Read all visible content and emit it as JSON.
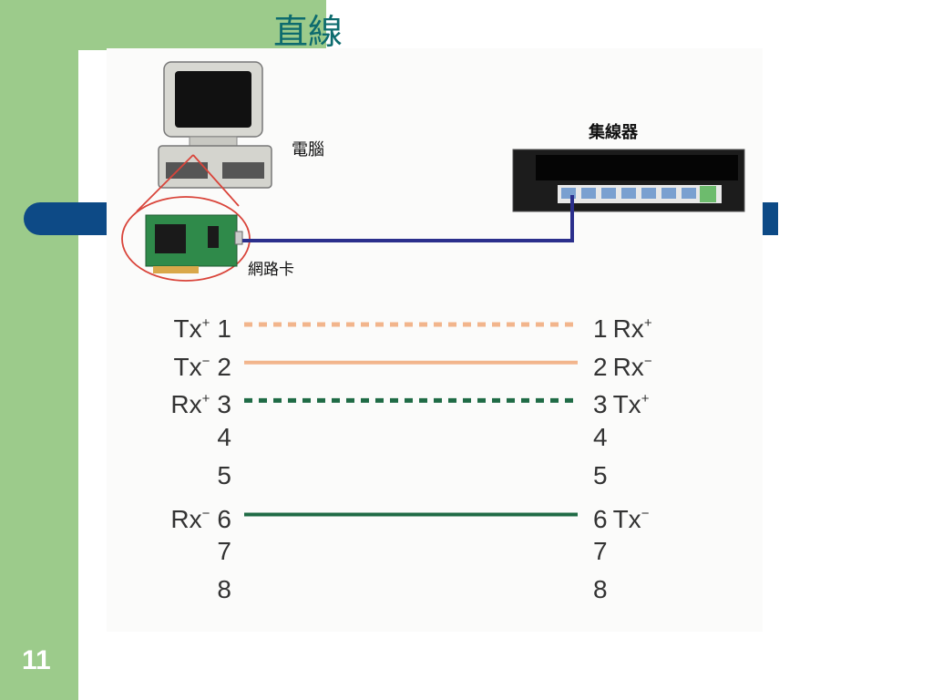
{
  "slide": {
    "title": "直線",
    "page_number": "11"
  },
  "diagram": {
    "computer_label": "電腦",
    "hub_label": "集線器",
    "nic_label": "網路卡"
  },
  "pinout": {
    "left": [
      {
        "pin": "1",
        "signal": "Tx",
        "sign": "+"
      },
      {
        "pin": "2",
        "signal": "Tx",
        "sign": "−"
      },
      {
        "pin": "3",
        "signal": "Rx",
        "sign": "+"
      },
      {
        "pin": "4",
        "signal": "",
        "sign": ""
      },
      {
        "pin": "5",
        "signal": "",
        "sign": ""
      },
      {
        "pin": "6",
        "signal": "Rx",
        "sign": "−"
      },
      {
        "pin": "7",
        "signal": "",
        "sign": ""
      },
      {
        "pin": "8",
        "signal": "",
        "sign": ""
      }
    ],
    "right": [
      {
        "pin": "1",
        "signal": "Rx",
        "sign": "+"
      },
      {
        "pin": "2",
        "signal": "Rx",
        "sign": "−"
      },
      {
        "pin": "3",
        "signal": "Tx",
        "sign": "+"
      },
      {
        "pin": "4",
        "signal": "",
        "sign": ""
      },
      {
        "pin": "5",
        "signal": "",
        "sign": ""
      },
      {
        "pin": "6",
        "signal": "Tx",
        "sign": "−"
      },
      {
        "pin": "7",
        "signal": "",
        "sign": ""
      },
      {
        "pin": "8",
        "signal": "",
        "sign": ""
      }
    ],
    "wires": [
      {
        "pin": 1,
        "style": "dashed",
        "color": "#f2b58c"
      },
      {
        "pin": 2,
        "style": "solid",
        "color": "#f2b58c"
      },
      {
        "pin": 3,
        "style": "dashed",
        "color": "#1f6b45"
      },
      {
        "pin": 6,
        "style": "solid",
        "color": "#1f6b45"
      }
    ]
  },
  "colors": {
    "green_bg": "#9ccb8b",
    "accent_blue": "#0d4a86",
    "title": "#0d6b6e"
  }
}
